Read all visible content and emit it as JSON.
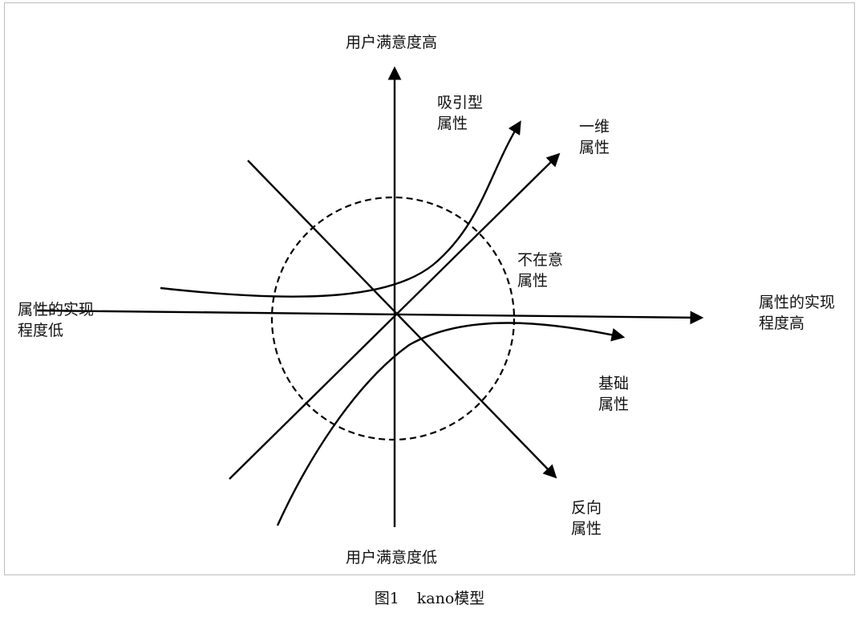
{
  "diagram": {
    "axis_top": "用户满意度高",
    "axis_bottom": "用户满意度低",
    "axis_left": [
      "属性的实现",
      "程度低"
    ],
    "axis_right": [
      "属性的实现",
      "程度高"
    ],
    "attractive": [
      "吸引型",
      "属性"
    ],
    "one_dimensional": [
      "一维",
      "属性"
    ],
    "indifferent": [
      "不在意",
      "属性"
    ],
    "must_be": [
      "基础",
      "属性"
    ],
    "reverse": [
      "反向",
      "属性"
    ]
  },
  "caption": {
    "number": "图1",
    "title": "kano模型"
  }
}
